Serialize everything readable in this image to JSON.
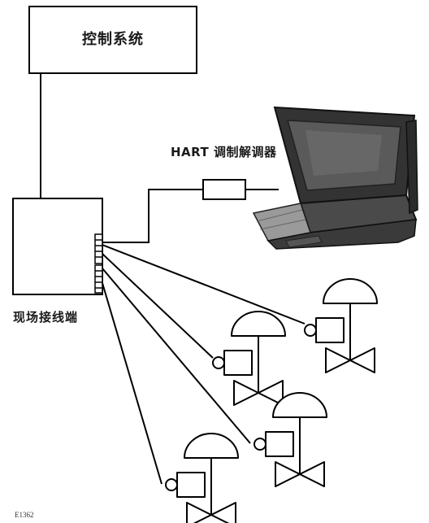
{
  "labels": {
    "control_system": "控制系统",
    "hart_modem": "HART 调制解调器",
    "field_terminals": "现场接线端",
    "figure_id": "E1362"
  },
  "colors": {
    "line": "#000000",
    "laptop_body": "#3c3c3c",
    "laptop_screen": "#5a5a5a",
    "background": "#ffffff"
  },
  "icons": [
    "laptop-icon",
    "valve-icon"
  ]
}
